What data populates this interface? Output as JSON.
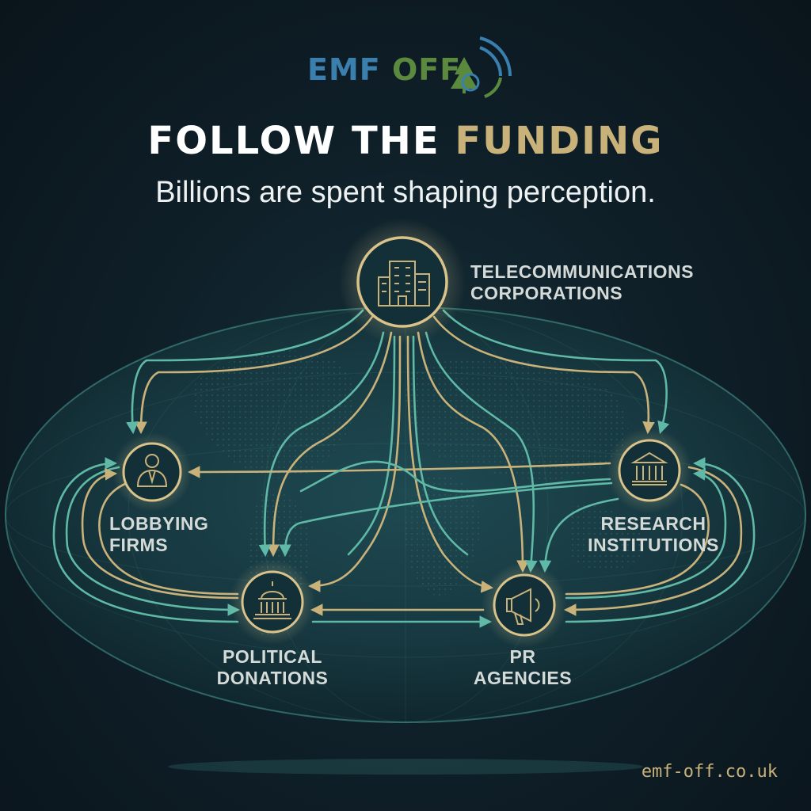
{
  "logo": {
    "part1": "EMF",
    "part2": "OFF"
  },
  "title": {
    "part1": "FOLLOW THE ",
    "accent": "FUNDING"
  },
  "subtitle": "Billions are spent shaping perception.",
  "nodes": {
    "telecom": {
      "line1": "TELECOMMUNICATIONS",
      "line2": "CORPORATIONS",
      "icon": "office-building-icon"
    },
    "lobbying": {
      "line1": "LOBBYING",
      "line2": "FIRMS",
      "icon": "businessperson-icon"
    },
    "research": {
      "line1": "RESEARCH",
      "line2": "INSTITUTIONS",
      "icon": "institution-columns-icon"
    },
    "political": {
      "line1": "POLITICAL",
      "line2": "DONATIONS",
      "icon": "capitol-dome-icon"
    },
    "pr": {
      "line1": "PR",
      "line2": "AGENCIES",
      "icon": "megaphone-icon"
    }
  },
  "colors": {
    "gold": "#c9b27a",
    "teal": "#5fb9a6",
    "logo_blue": "#3a7fae",
    "logo_green": "#5b8a3e"
  },
  "footer": "emf-off.co.uk"
}
